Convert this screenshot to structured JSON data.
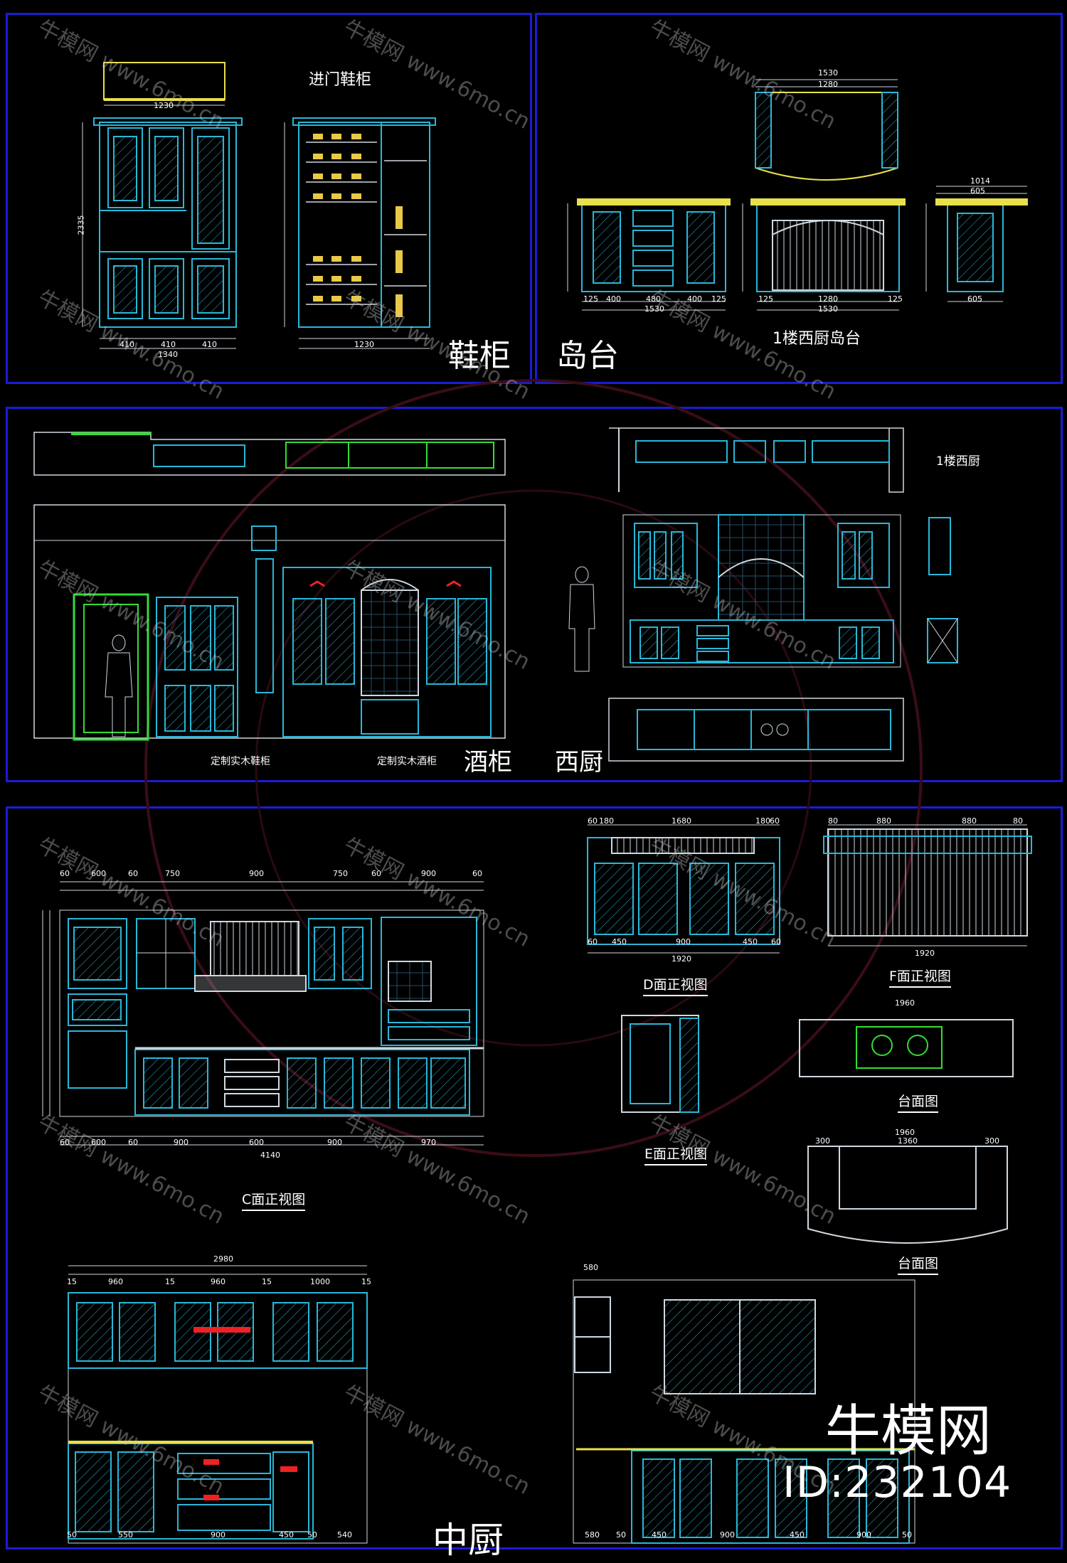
{
  "panels": {
    "shoe_cabinet": {
      "label": "鞋柜",
      "title": "进门鞋柜",
      "dims": {
        "w_total": "1340",
        "w_top": "1230",
        "parts": [
          "410",
          "410",
          "410"
        ],
        "h_total": "2335",
        "bottom": "1230"
      }
    },
    "island": {
      "label": "岛台",
      "title": "1楼西厨岛台",
      "dims": {
        "top_w": "1530",
        "inner_w": "1280",
        "side": "125",
        "front_total": "1530",
        "front_parts": [
          "125",
          "400",
          "480",
          "400",
          "125"
        ],
        "depth": "1014",
        "depth_inner": "605"
      }
    },
    "wine_cabinet": {
      "label": "酒柜",
      "sub_left": "定制实木鞋柜",
      "sub_right": "定制实木酒柜"
    },
    "west_kitchen": {
      "label": "西厨",
      "title": "1楼西厨"
    },
    "middle_kitchen": {
      "label": "中厨",
      "c_view": "C面正视图",
      "d_view": "D面正视图",
      "f_view": "F面正视图",
      "e_view": "E面正视图",
      "countertop_1": "台面图",
      "countertop_2": "台面图",
      "c_dims_top": [
        "60",
        "600",
        "60",
        "750",
        "900",
        "750",
        "60",
        "900",
        "60"
      ],
      "c_dims_bottom": [
        "60",
        "600",
        "60",
        "900",
        "600",
        "900",
        "970"
      ],
      "c_total": "4140",
      "d_dims": [
        "60",
        "180",
        "1680",
        "180",
        "60"
      ],
      "d_dims_bottom": [
        "60",
        "450",
        "900",
        "450",
        "60"
      ],
      "d_total": "1920",
      "f_dims": [
        "80",
        "880",
        "880",
        "80"
      ],
      "f_total": "1920",
      "counter_w": "1960",
      "counter_w2": "1960",
      "counter_inner": "1360",
      "counter_side": "300",
      "bottom_total": "2980",
      "bottom_parts": [
        "15",
        "960",
        "15",
        "960",
        "15",
        "1000",
        "15"
      ],
      "bottom_parts2": [
        "50",
        "550",
        "900",
        "450",
        "50",
        "540"
      ],
      "right_parts": [
        "580",
        "50",
        "450",
        "900",
        "450",
        "900",
        "50"
      ]
    }
  },
  "watermark": {
    "text_cn": "牛模网",
    "url": "www.6mo.cn",
    "brand_cn": "牛模网",
    "brand_id": "ID:232104"
  },
  "colors": {
    "border": "#1b1bd8",
    "line_cyan": "#29b7d8",
    "line_green": "#33dd33",
    "line_yellow": "#e8e04a",
    "line_red": "#ee2222",
    "bg": "#000000"
  }
}
